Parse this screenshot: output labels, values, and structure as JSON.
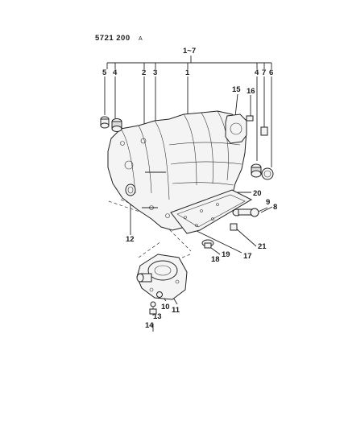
{
  "diagram": {
    "drawing_code": "5721 200",
    "drawing_code_suffix": "A",
    "group_label": "1~7",
    "callouts": [
      {
        "id": "c1",
        "text": "1"
      },
      {
        "id": "c2",
        "text": "2"
      },
      {
        "id": "c3",
        "text": "3"
      },
      {
        "id": "c4a",
        "text": "4"
      },
      {
        "id": "c5",
        "text": "5"
      },
      {
        "id": "c4b",
        "text": "4"
      },
      {
        "id": "c7",
        "text": "7"
      },
      {
        "id": "c6",
        "text": "6"
      },
      {
        "id": "c15",
        "text": "15"
      },
      {
        "id": "c16",
        "text": "16"
      },
      {
        "id": "c20",
        "text": "20"
      },
      {
        "id": "c9",
        "text": "9"
      },
      {
        "id": "c8",
        "text": "8"
      },
      {
        "id": "c12",
        "text": "12"
      },
      {
        "id": "c21",
        "text": "21"
      },
      {
        "id": "c17",
        "text": "17"
      },
      {
        "id": "c19",
        "text": "19"
      },
      {
        "id": "c18",
        "text": "18"
      },
      {
        "id": "c10",
        "text": "10"
      },
      {
        "id": "c11",
        "text": "11"
      },
      {
        "id": "c13",
        "text": "13"
      },
      {
        "id": "c14",
        "text": "14"
      }
    ]
  }
}
